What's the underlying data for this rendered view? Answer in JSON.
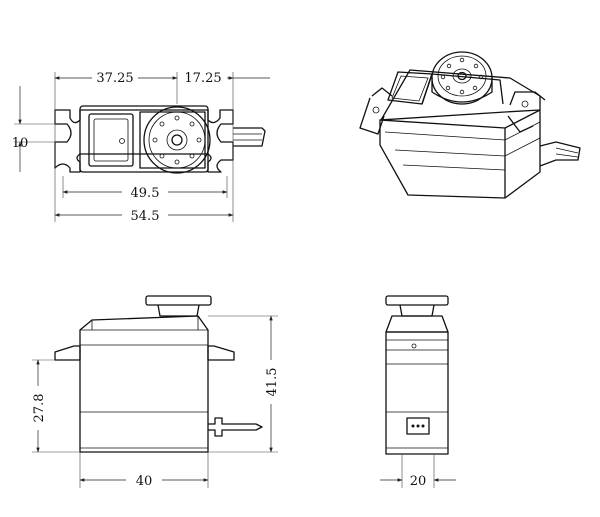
{
  "dimensions": {
    "top_left_span": "37.25",
    "top_right_span": "17.25",
    "top_hole_height": "10",
    "top_inner_width": "49.5",
    "top_overall_width": "54.5",
    "front_overall_height": "41.5",
    "front_mount_height": "27.8",
    "front_body_width": "40",
    "side_body_width": "20"
  },
  "diagram_views": [
    "top-view",
    "isometric-view",
    "front-view",
    "side-view"
  ]
}
